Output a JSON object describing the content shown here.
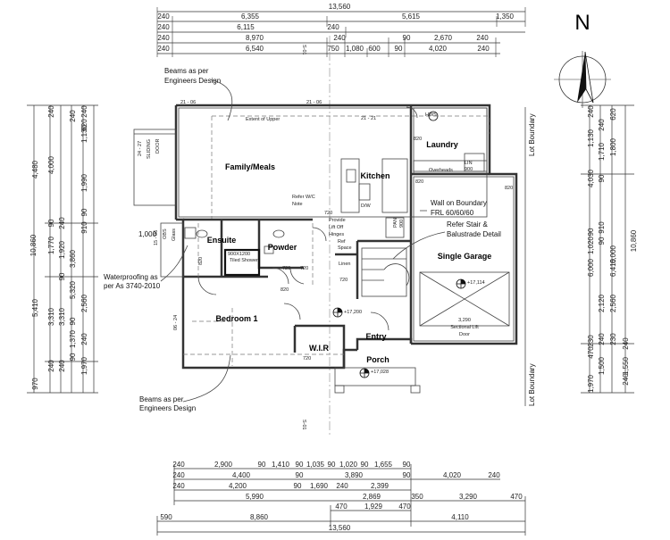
{
  "north_label": "N",
  "top_dimensions": {
    "overall": "13,560",
    "row1": [
      "240",
      "6,355",
      "5,615",
      "1,350"
    ],
    "row2": [
      "240",
      "6,115",
      "240"
    ],
    "row3": [
      "240",
      "8,970",
      "240",
      "90",
      "2,670",
      "240"
    ],
    "row4": [
      "240",
      "6,540",
      "750",
      "1,080",
      "600",
      "90",
      "4,020",
      "240"
    ]
  },
  "bottom_dimensions": {
    "row1": [
      "240",
      "2,900",
      "90",
      "1,410",
      "90",
      "1,035",
      "90",
      "1,020",
      "90",
      "1,655",
      "90"
    ],
    "row2": [
      "240",
      "4,400",
      "90",
      "3,890",
      "90",
      "4,020",
      "240"
    ],
    "row3": [
      "240",
      "4,200",
      "90",
      "1,690",
      "240",
      "2,399"
    ],
    "row4": [
      "5,990",
      "2,869",
      "350",
      "3,290",
      "470"
    ],
    "row5": [
      "470",
      "1,929",
      "470"
    ],
    "row6": [
      "590",
      "8,860",
      "4,110"
    ],
    "overall": "13,560"
  },
  "left_dimensions": {
    "overall": "10,860",
    "col1": [
      "970",
      "5,410",
      "4,480"
    ],
    "col2": [
      "240",
      "3,310",
      "90",
      "1,770",
      "4,000",
      "240"
    ],
    "col3": [
      "240",
      "3,310",
      "90",
      "1,920",
      "240"
    ],
    "col4": [
      "90",
      "1,370",
      "90",
      "5,320",
      "3,860",
      "240"
    ],
    "col5": [
      "1,970",
      "240",
      "2,560",
      "910",
      "90",
      "1,990",
      "1,130",
      "240",
      "620"
    ]
  },
  "right_dimensions": {
    "overall": "10,860",
    "col1": [
      "1,970",
      "470",
      "230",
      "1,020",
      "90",
      "6,000",
      "4,030",
      "1,130",
      "240"
    ],
    "col2": [
      "1,500",
      "240",
      "2,120",
      "90",
      "910",
      "90",
      "1,710",
      "240"
    ],
    "col3": [
      "230",
      "2,560",
      "6,000",
      "6,410",
      "1,800",
      "620"
    ],
    "col4": [
      "240",
      "1,550",
      "240",
      "10,860"
    ]
  },
  "rooms": {
    "family": "Family/Meals",
    "kitchen": "Kitchen",
    "laundry": "Laundry",
    "ensuite": "Ensuite",
    "powder": "Powder",
    "bedroom": "Bedroom 1",
    "wir": "W.I.R",
    "entry": "Entry",
    "porch": "Porch",
    "garage": "Single Garage"
  },
  "annotations": {
    "beams_top_1": "Beams as per",
    "beams_top_2": "Engineers Design",
    "beams_bot_1": "Beams as per",
    "beams_bot_2": "Engineers Design",
    "waterproofing_1": "Waterproofing as",
    "waterproofing_2": "per As 3740-2010",
    "refer_wc_1": "Refer W/C",
    "refer_wc_2": "Note",
    "provide_1": "Provide",
    "provide_2": "Lift Off",
    "provide_3": "Hinges",
    "wall_boundary_1": "Wall on Boundary",
    "wall_boundary_2": "FRL 60/60/60",
    "refer_stair_1": "Refer Stair &",
    "refer_stair_2": "Balustrade Detail",
    "lot_boundary_top": "Lot Boundary",
    "lot_boundary_bottom": "Lot Boundary",
    "sliding_door_1": "24 - 27",
    "sliding_door_2": "SLIDING",
    "sliding_door_3": "DOOR",
    "obs_1": "15 - 06",
    "obs_2": "OBS",
    "obs_3": "Glass",
    "dim_1000": "1,000",
    "window_2106_a": "21 - 06",
    "window_2106_b": "21 - 06",
    "window_2121": "21 - 21",
    "window_0624": "06 - 24",
    "extent_upper": "Extent of Upper",
    "shower": "900X1200",
    "shower_2": "Tiled Shower",
    "garage_door_1": "3,290",
    "garage_door_2": "Sectional Lift",
    "garage_door_3": "Door",
    "level_17200": "+17,200",
    "level_17114": "+17,114",
    "level_17028": "+17,028",
    "overheads": "Overheads",
    "linen": "LIN",
    "linen_2": "900",
    "pantry": "PAN",
    "pantry_2": "900",
    "ref_space": "Ref",
    "ref_space_2": "Space",
    "linen_cupboard": "Linen",
    "dw": "D/W",
    "hws": "HWS",
    "axis_mark": "S-01",
    "sizes": [
      "820",
      "820",
      "720",
      "720",
      "820",
      "720",
      "720",
      "820",
      "720",
      "820"
    ]
  }
}
